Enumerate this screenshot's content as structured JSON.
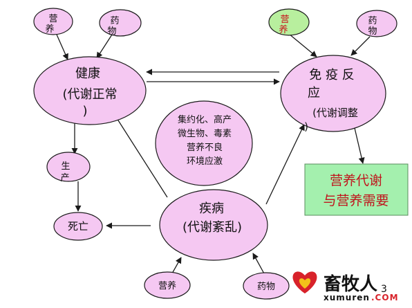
{
  "colors": {
    "node_fill": "#f5c8f2",
    "node_stroke": "#1a1a1a",
    "green_node_fill": "#b8ef9e",
    "green_node_text": "#c8141c",
    "goal_fill": "#a4f0ae",
    "goal_text": "#c0141c",
    "logo_red": "#d8222a",
    "logo_yellow": "#f3c21a"
  },
  "nodes": {
    "nutrition_top_left": {
      "line1": "营",
      "line2": "养"
    },
    "drug_top_left": {
      "line1": "药",
      "line2": "物"
    },
    "nutrition_top_right": {
      "line1": "营",
      "line2": "养"
    },
    "drug_top_right": {
      "line1": "药",
      "line2": "物"
    },
    "health": {
      "line1": "健康",
      "line2": "(代谢正常",
      "line3": ")"
    },
    "immune": {
      "line1": "免 疫 反",
      "line2": "应",
      "line3": "(代谢调整",
      "line4": ")"
    },
    "factors": {
      "line1": "集约化、高产",
      "line2": "微生物、毒素",
      "line3": "营养不良",
      "line4": "环境应激"
    },
    "production": {
      "line1": "生",
      "line2": "产"
    },
    "death": {
      "text": "死亡"
    },
    "disease": {
      "line1": "疾病",
      "line2": "(代谢紊乱)"
    },
    "nutrition_bottom": {
      "text": "营养"
    },
    "drug_bottom": {
      "text": "药物"
    }
  },
  "goal_box": {
    "line1": "营养代谢",
    "line2": "与营养需要"
  },
  "page_number": "3",
  "watermark": {
    "cn": "畜牧人",
    "latin": "xumuren",
    "domain": ".COM"
  }
}
